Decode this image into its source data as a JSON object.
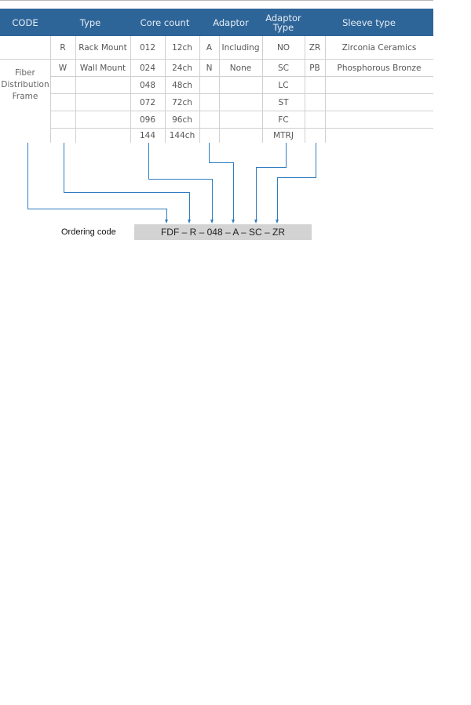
{
  "table": {
    "headers": {
      "code": "CODE",
      "type": "Type",
      "core_count": "Core count",
      "adaptor": "Adaptor",
      "adaptor_type": "Adaptor\nType",
      "sleeve_type": "Sleeve type"
    },
    "product_name": "Fiber\nDistribution\nFrame",
    "rows": [
      {
        "type_code": "R",
        "type_name": "Rack Mount",
        "core_code": "012",
        "core_name": "12ch",
        "adaptor_code": "A",
        "adaptor_name": "Including",
        "adaptor_type": "NO",
        "sleeve_code": "ZR",
        "sleeve_name": "Zirconia Ceramics"
      },
      {
        "type_code": "W",
        "type_name": "Wall Mount",
        "core_code": "024",
        "core_name": "24ch",
        "adaptor_code": "N",
        "adaptor_name": "None",
        "adaptor_type": "SC",
        "sleeve_code": "PB",
        "sleeve_name": "Phosphorous Bronze"
      },
      {
        "type_code": "",
        "type_name": "",
        "core_code": "048",
        "core_name": "48ch",
        "adaptor_code": "",
        "adaptor_name": "",
        "adaptor_type": "LC",
        "sleeve_code": "",
        "sleeve_name": ""
      },
      {
        "type_code": "",
        "type_name": "",
        "core_code": "072",
        "core_name": "72ch",
        "adaptor_code": "",
        "adaptor_name": "",
        "adaptor_type": "ST",
        "sleeve_code": "",
        "sleeve_name": ""
      },
      {
        "type_code": "",
        "type_name": "",
        "core_code": "096",
        "core_name": "96ch",
        "adaptor_code": "",
        "adaptor_name": "",
        "adaptor_type": "FC",
        "sleeve_code": "",
        "sleeve_name": ""
      },
      {
        "type_code": "",
        "type_name": "",
        "core_code": "144",
        "core_name": "144ch",
        "adaptor_code": "",
        "adaptor_name": "",
        "adaptor_type": "MTRJ",
        "sleeve_code": "",
        "sleeve_name": ""
      }
    ]
  },
  "ordering": {
    "label": "Ordering code",
    "code": "FDF – R – 048 – A – SC – ZR"
  },
  "colors": {
    "header_bg": "#2e6598",
    "connector": "#2f7dc0",
    "code_box": "#d3d3d3"
  }
}
